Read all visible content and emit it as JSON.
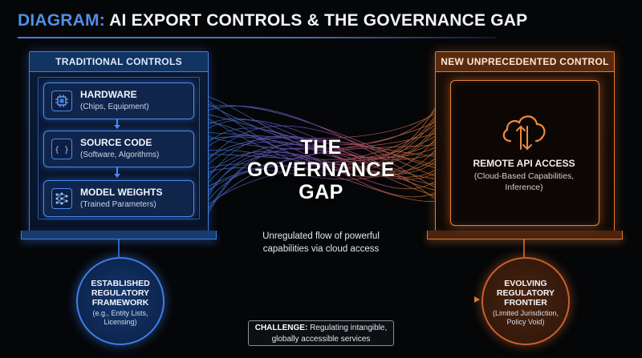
{
  "title": {
    "lead": "DIAGRAM:",
    "rest": " AI EXPORT CONTROLS & THE GOVERNANCE GAP"
  },
  "left_panel": {
    "heading": "TRADITIONAL CONTROLS",
    "items": [
      {
        "label": "HARDWARE",
        "detail": "(Chips, Equipment)",
        "icon": "chip-icon"
      },
      {
        "label": "SOURCE CODE",
        "detail": "(Software, Algorithms)",
        "icon": "code-icon"
      },
      {
        "label": "MODEL WEIGHTS",
        "detail": "(Trained Parameters)",
        "icon": "neural-network-icon"
      }
    ]
  },
  "right_panel": {
    "heading": "NEW UNPRECEDENTED CONTROL",
    "icon": "cloud-updown-icon",
    "label": "REMOTE API ACCESS",
    "detail_line1": "(Cloud-Based Capabilities,",
    "detail_line2": "Inference)"
  },
  "center": {
    "title_line1": "THE",
    "title_line2": "GOVERNANCE",
    "title_line3": "GAP",
    "sub_line1": "Unregulated flow of powerful",
    "sub_line2": "capabilities via cloud access"
  },
  "left_circle": {
    "line1": "ESTABLISHED",
    "line2": "REGULATORY",
    "line3": "FRAMEWORK",
    "detail_line1": "(e.g., Entity Lists,",
    "detail_line2": "Licensing)"
  },
  "right_circle": {
    "line1": "EVOLVING",
    "line2": "REGULATORY",
    "line3": "FRONTIER",
    "detail_line1": "(Limited Jurisdiction,",
    "detail_line2": "Policy Void)"
  },
  "challenge": {
    "label": "CHALLENGE:",
    "text_line1": " Regulating intangible,",
    "text_line2": "globally accessible services"
  },
  "colors": {
    "traditional": "#3d7fe6",
    "unprecedented": "#e07a34",
    "background": "#050608"
  }
}
